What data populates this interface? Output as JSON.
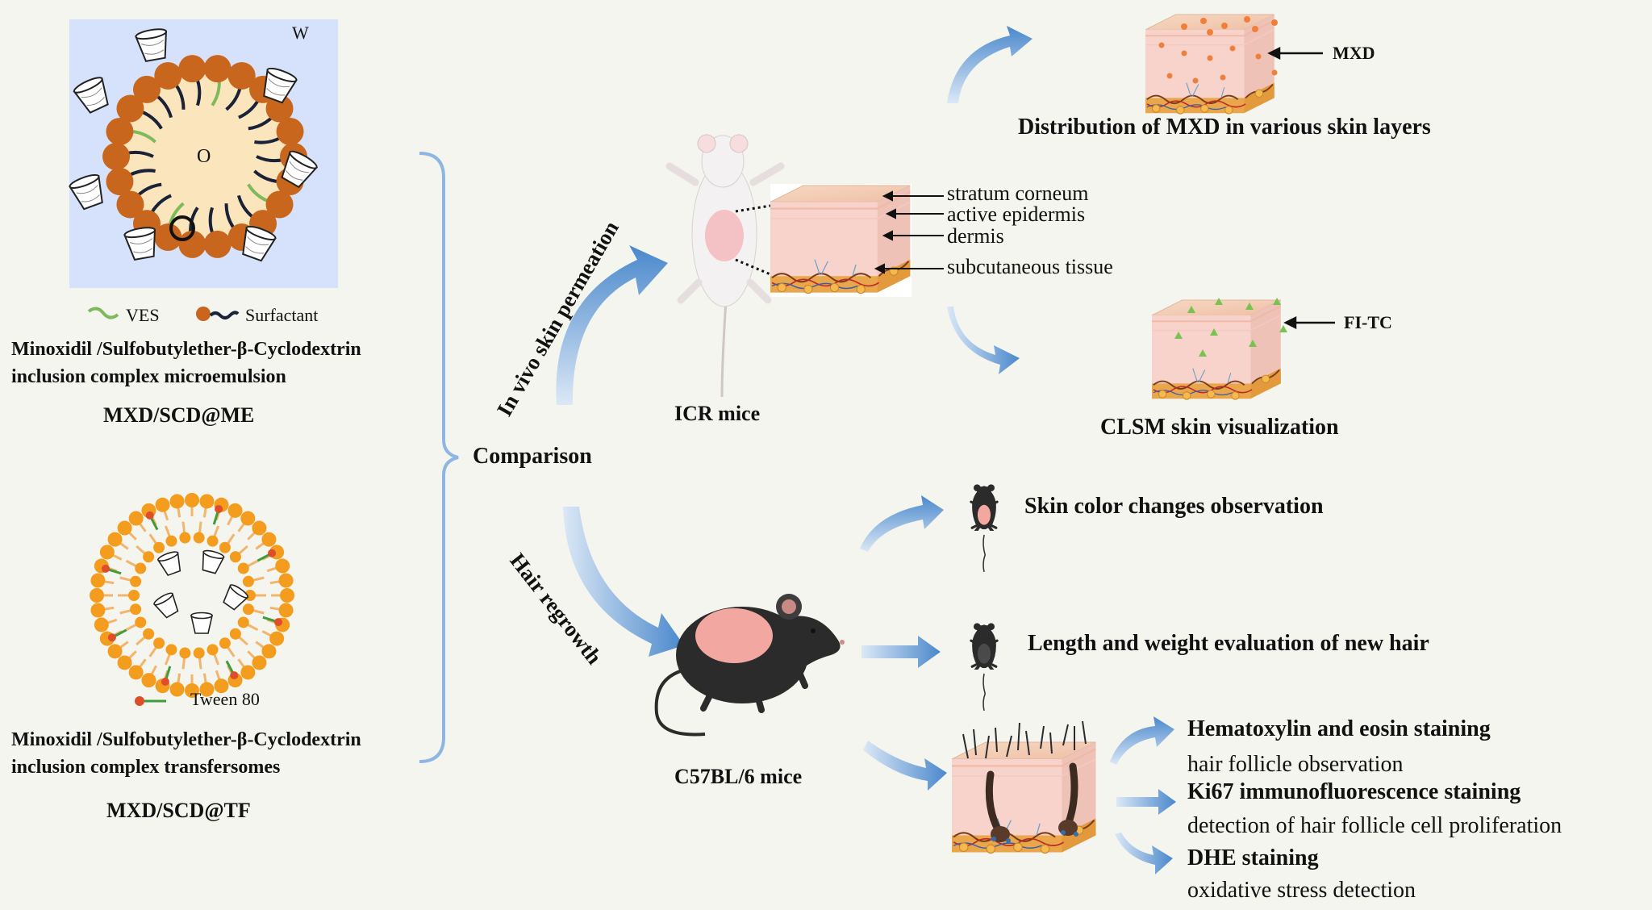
{
  "colors": {
    "background": "#f4f5ee",
    "droplet_panel": "#d6e2fb",
    "oil_core": "#fbe5bd",
    "head_group": "#c8661e",
    "tail": "#1a2238",
    "ves": "#7fba5a",
    "tf_head": "#f39c1d",
    "tf_tail": "#f2b56e",
    "tween_head": "#e04d2a",
    "tween_tail": "#3f9c3a",
    "skin": "#f6d5cc",
    "fat": "#e8a74b",
    "arrow": "#5b9bd5",
    "mouse_black": "#2b2b2b",
    "mouse_patch": "#f2a8a0",
    "fitc": "#78c24f",
    "mxd_dot": "#f07f3b"
  },
  "left": {
    "me_panel_water": "W",
    "me_panel_oil": "O",
    "legend_ves": "VES",
    "legend_surfactant": "Surfactant",
    "me_name_line1": "Minoxidil /Sulfobutylether-β-Cyclodextrin",
    "me_name_line2": "inclusion complex microemulsion",
    "me_abbr": "MXD/SCD@ME",
    "legend_tween": "Tween 80",
    "tf_name_line1": "Minoxidil /Sulfobutylether-β-Cyclodextrin",
    "tf_name_line2": "inclusion complex transfersomes",
    "tf_abbr": "MXD/SCD@TF"
  },
  "center": {
    "comparison": "Comparison",
    "in_vivo_label": "In vivo skin permeation",
    "hair_regrowth_label": "Hair regrowth",
    "icr_mice": "ICR mice",
    "c57_mice": "C57BL/6 mice",
    "layer_stratum": "stratum corneum",
    "layer_epidermis": "active epidermis",
    "layer_dermis": "dermis",
    "layer_subcutaneous": "subcutaneous tissue"
  },
  "right": {
    "mxd_label": "MXD",
    "distribution": "Distribution of MXD in various skin layers",
    "fitc_label": "FI-TC",
    "clsm": "CLSM skin visualization",
    "skin_color": "Skin color changes observation",
    "length_weight": "Length and weight evaluation of new hair",
    "he_title": "Hematoxylin and eosin staining",
    "he_sub": "hair follicle observation",
    "ki67_title": "Ki67 immunofluorescence staining",
    "ki67_sub": "detection of hair follicle cell proliferation",
    "dhe_title": "DHE staining",
    "dhe_sub": "oxidative stress detection"
  }
}
